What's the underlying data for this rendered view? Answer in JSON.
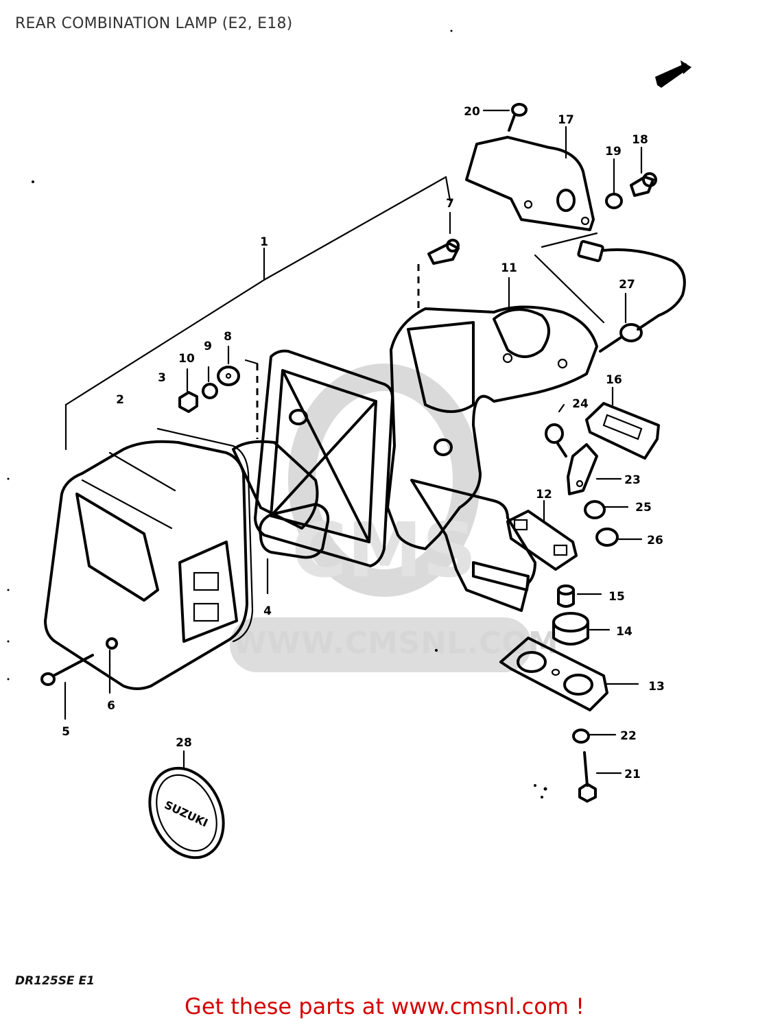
{
  "title": "REAR COMBINATION LAMP (E2, E18)",
  "model_code": "DR125SE E1",
  "footer": "Get these parts at www.cmsnl.com !",
  "watermark": {
    "logo_text": "CMS",
    "url_text": "WWW.CMSNL.COM"
  },
  "colors": {
    "footer_text": "#d40000",
    "watermark": "#d6d6d6",
    "line_art": "#000000"
  },
  "callouts": [
    "1",
    "2",
    "3",
    "4",
    "5",
    "6",
    "7",
    "8",
    "9",
    "10",
    "11",
    "12",
    "13",
    "14",
    "15",
    "16",
    "17",
    "18",
    "19",
    "20",
    "21",
    "22",
    "23",
    "24",
    "25",
    "26",
    "27",
    "28"
  ],
  "badge_text": "SUZUKI"
}
